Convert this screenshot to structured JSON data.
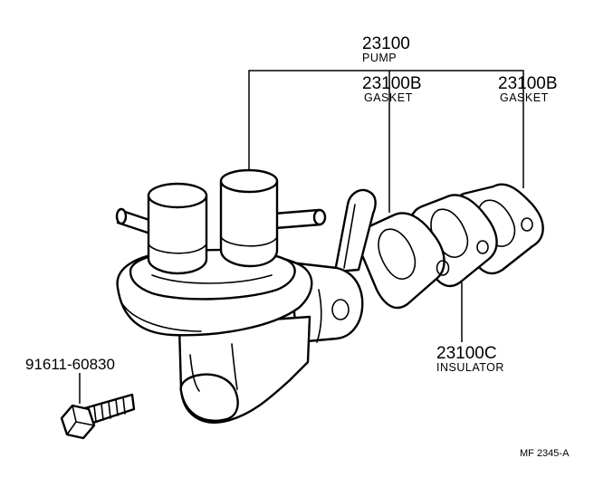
{
  "callouts": {
    "pump": {
      "number": "23100",
      "name": "PUMP"
    },
    "gasket_a": {
      "number": "23100B",
      "name": "GASKET"
    },
    "gasket_b": {
      "number": "23100B",
      "name": "GASKET"
    },
    "insulator": {
      "number": "23100C",
      "name": "INSULATOR"
    },
    "bolt": {
      "number": "91611-60830"
    }
  },
  "figure_code": "MF 2345-A"
}
